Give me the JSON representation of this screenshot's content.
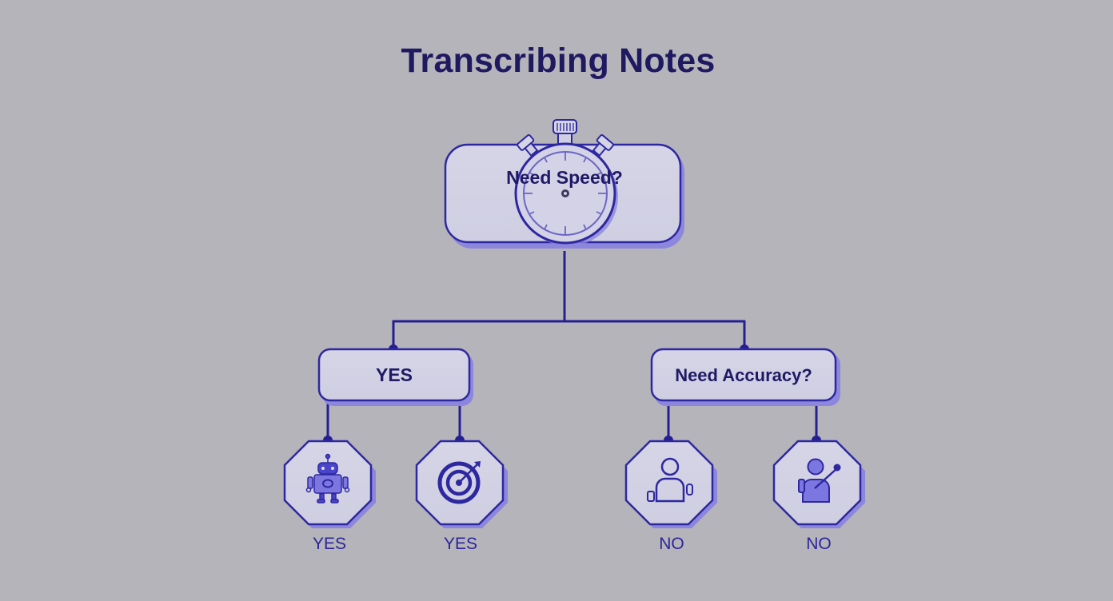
{
  "title": "Transcribing Notes",
  "colors": {
    "background": "#b5b4bb",
    "node_fill": "#d2d1e4",
    "stroke": "#2e28a0",
    "shadow": "#7b74d6",
    "title_text": "#1f1960",
    "label_text": "#2b259a"
  },
  "root": {
    "label": "Need Speed?",
    "icon": "stopwatch-icon"
  },
  "branches": [
    {
      "label": "YES",
      "children": [
        {
          "icon": "robot-icon",
          "label": "YES"
        },
        {
          "icon": "target-icon",
          "label": "YES"
        }
      ]
    },
    {
      "label": "Need Accuracy?",
      "children": [
        {
          "icon": "person-icon",
          "label": "NO"
        },
        {
          "icon": "person-pointer-icon",
          "label": "NO"
        }
      ]
    }
  ]
}
